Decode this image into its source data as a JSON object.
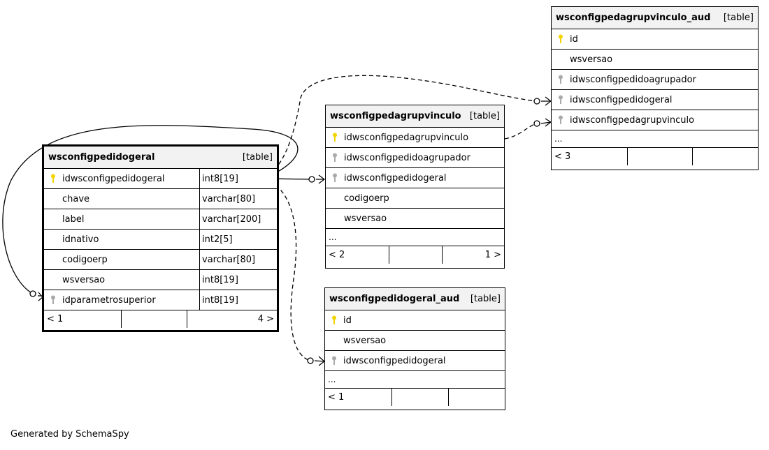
{
  "tables": {
    "geral": {
      "name": "wsconfigpedidogeral",
      "type": "[table]",
      "rows": [
        {
          "name": "idwsconfigpedidogeral",
          "type": "int8[19]",
          "key": "primary-key-icon"
        },
        {
          "name": "chave",
          "type": "varchar[80]",
          "key": ""
        },
        {
          "name": "label",
          "type": "varchar[200]",
          "key": ""
        },
        {
          "name": "idnativo",
          "type": "int2[5]",
          "key": ""
        },
        {
          "name": "codigoerp",
          "type": "varchar[80]",
          "key": ""
        },
        {
          "name": "wsversao",
          "type": "int8[19]",
          "key": ""
        },
        {
          "name": "idparametrosuperior",
          "type": "int8[19]",
          "key": "foreign-key-icon"
        }
      ],
      "footer_left": "< 1",
      "footer_right": "4 >"
    },
    "vinculo": {
      "name": "wsconfigpedagrupvinculo",
      "type": "[table]",
      "rows": [
        {
          "name": "idwsconfigpedagrupvinculo",
          "key": "primary-key-icon"
        },
        {
          "name": "idwsconfigpedidoagrupador",
          "key": "foreign-key-icon"
        },
        {
          "name": "idwsconfigpedidogeral",
          "key": "foreign-key-icon"
        },
        {
          "name": "codigoerp",
          "key": ""
        },
        {
          "name": "wsversao",
          "key": ""
        }
      ],
      "ellipsis": "...",
      "footer_left": "< 2",
      "footer_right": "1 >"
    },
    "vinculo_aud": {
      "name": "wsconfigpedagrupvinculo_aud",
      "type": "[table]",
      "rows": [
        {
          "name": "id",
          "key": "primary-key-icon"
        },
        {
          "name": "wsversao",
          "key": ""
        },
        {
          "name": "idwsconfigpedidoagrupador",
          "key": "foreign-key-icon"
        },
        {
          "name": "idwsconfigpedidogeral",
          "key": "foreign-key-icon"
        },
        {
          "name": "idwsconfigpedagrupvinculo",
          "key": "foreign-key-icon"
        }
      ],
      "ellipsis": "...",
      "footer_left": "< 3"
    },
    "geral_aud": {
      "name": "wsconfigpedidogeral_aud",
      "type": "[table]",
      "rows": [
        {
          "name": "id",
          "key": "primary-key-icon"
        },
        {
          "name": "wsversao",
          "key": ""
        },
        {
          "name": "idwsconfigpedidogeral",
          "key": "foreign-key-icon"
        }
      ],
      "ellipsis": "...",
      "footer_left": "< 1"
    }
  },
  "colors": {
    "primary_key": "#f2d400",
    "foreign_key": "#aaaaaa",
    "header_bg": "#f2f2f2"
  },
  "generated_by": "Generated by SchemaSpy"
}
